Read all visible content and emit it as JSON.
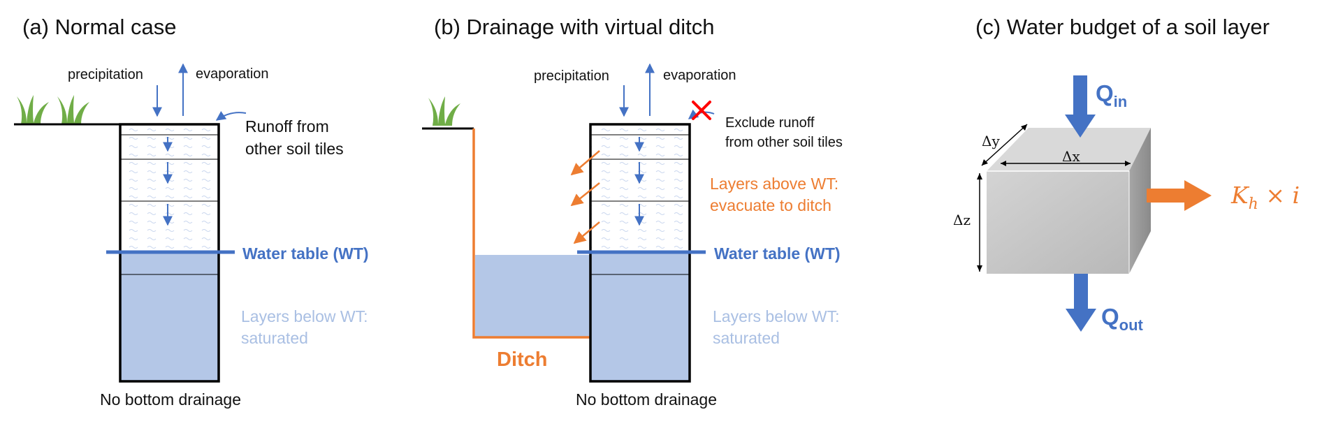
{
  "panels": {
    "a": {
      "title": "(a) Normal case",
      "precipitation": "precipitation",
      "evaporation": "evaporation",
      "runoff_line1": "Runoff from",
      "runoff_line2": "other soil tiles",
      "water_table": "Water table (WT)",
      "below_line1": "Layers below WT:",
      "below_line2": "saturated",
      "bottom": "No bottom drainage"
    },
    "b": {
      "title": "(b) Drainage with virtual ditch",
      "precipitation": "precipitation",
      "evaporation": "evaporation",
      "exclude_line1": "Exclude runoff",
      "exclude_line2": "from other soil tiles",
      "above_line1": "Layers above WT:",
      "above_line2": "evacuate to ditch",
      "water_table": "Water table (WT)",
      "below_line1": "Layers below WT:",
      "below_line2": "saturated",
      "ditch": "Ditch",
      "bottom": "No bottom drainage"
    },
    "c": {
      "title": "(c) Water budget of a soil layer",
      "q_in": "Q",
      "q_in_sub": "in",
      "q_out": "Q",
      "q_out_sub": "out",
      "dx": "Δx",
      "dy": "Δy",
      "dz": "Δz",
      "kh": "K",
      "kh_sub": "h",
      "kh_rest": " × i"
    }
  },
  "colors": {
    "blue": "#4472c4",
    "light_blue": "#b4c7e7",
    "below_text": "#a9bfe3",
    "orange": "#ed7d31",
    "grass": "#70ad47",
    "cross": "#ff0000"
  }
}
